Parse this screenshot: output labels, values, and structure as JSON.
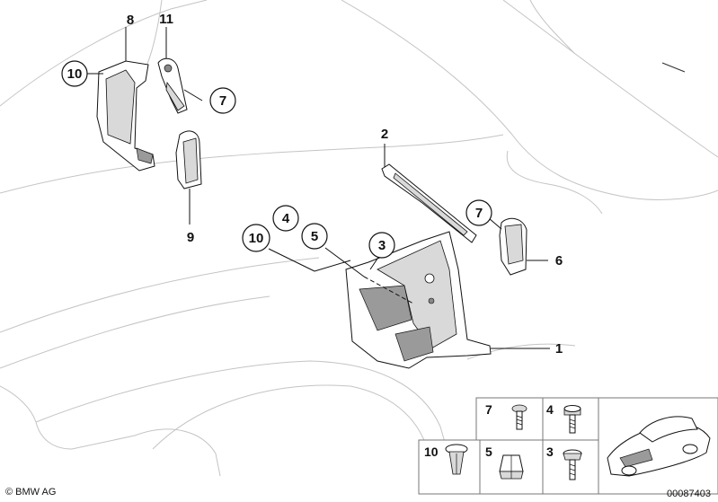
{
  "labels": {
    "c10_top": "10",
    "c7_top": "7",
    "c4": "4",
    "c5": "5",
    "c10_mid": "10",
    "c3": "3",
    "c7_right": "7",
    "n8": "8",
    "n11": "11",
    "n9": "9",
    "n2": "2",
    "n6": "6",
    "n1": "1"
  },
  "legend": {
    "top_row": [
      "7",
      "4"
    ],
    "bottom_row": [
      "10",
      "5",
      "3"
    ]
  },
  "footer": {
    "copyright": "© BMW AG",
    "catalog_number": "00087403"
  }
}
